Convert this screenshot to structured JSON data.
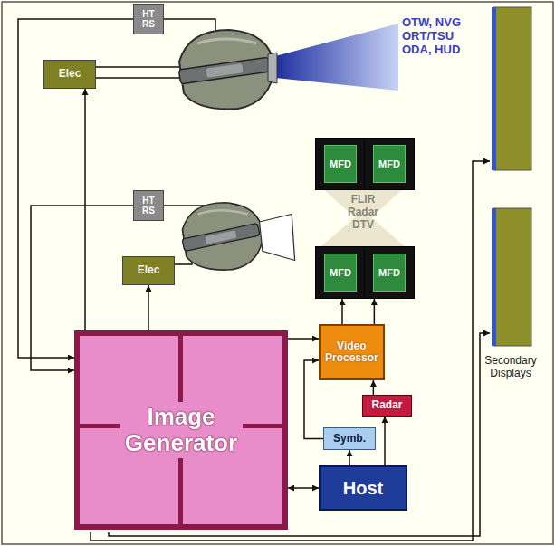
{
  "diagram": {
    "nodes": [
      {
        "text": [
          "HT RS"
        ]
      },
      {
        "text": [
          "Elec"
        ]
      },
      {
        "text": [
          "HT RS"
        ]
      },
      {
        "text": [
          "Elec"
        ]
      },
      {
        "text": [
          "MFD"
        ]
      },
      {
        "text": [
          "MFD"
        ]
      },
      {
        "text": [
          "MFD"
        ]
      },
      {
        "text": [
          "MFD"
        ]
      },
      {
        "text": [
          "Image Generator"
        ]
      },
      {
        "text": [
          "Video Processor"
        ]
      },
      {
        "text": [
          "Radar"
        ]
      },
      {
        "text": [
          "Symb."
        ]
      },
      {
        "text": [
          "Host"
        ]
      }
    ],
    "edges": [
      {
        "from": 0,
        "to": 8,
        "arrow": "to"
      },
      {
        "from": 2,
        "to": 8,
        "arrow": "to"
      },
      {
        "from": 8,
        "to": 1,
        "arrow": "to"
      },
      {
        "from": 8,
        "to": 3,
        "arrow": "to"
      },
      {
        "from": 12,
        "to": 8,
        "arrow": "both"
      },
      {
        "from": 12,
        "to": 11,
        "arrow": "to"
      },
      {
        "from": 12,
        "to": 10,
        "arrow": "to"
      },
      {
        "from": 11,
        "to": 9,
        "arrow": "to"
      },
      {
        "from": 10,
        "to": 9,
        "arrow": "to"
      },
      {
        "from": 8,
        "to": 9,
        "arrow": "to"
      },
      {
        "from": 9,
        "to": 6,
        "arrow": "to"
      },
      {
        "from": 9,
        "to": 7,
        "arrow": "to"
      }
    ],
    "labels": [
      "OTW, NVG ORT/TSU ODA, HUD",
      "FLIR Radar DTV",
      "Secondary Displays"
    ]
  }
}
